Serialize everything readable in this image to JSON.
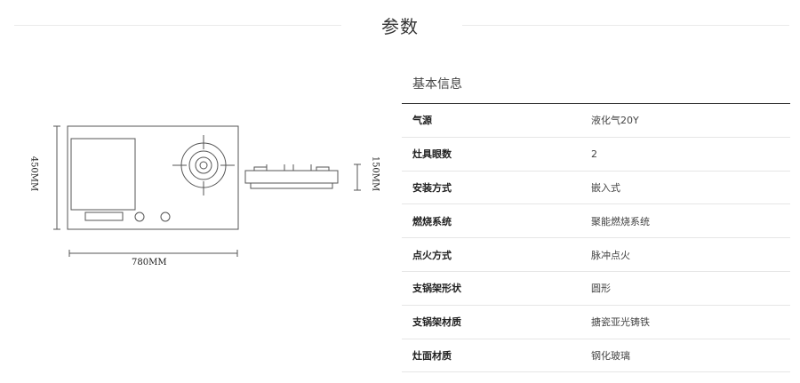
{
  "page": {
    "title": "参数"
  },
  "diagram": {
    "width_label": "780MM",
    "height_label": "450MM",
    "depth_label": "150MM"
  },
  "specs": {
    "section_title": "基本信息",
    "rows": [
      {
        "key": "气源",
        "value": "液化气20Y"
      },
      {
        "key": "灶具眼数",
        "value": "2"
      },
      {
        "key": "安装方式",
        "value": "嵌入式"
      },
      {
        "key": "燃烧系统",
        "value": "聚能燃烧系统"
      },
      {
        "key": "点火方式",
        "value": "脉冲点火"
      },
      {
        "key": "支锅架形状",
        "value": "圆形"
      },
      {
        "key": "支锅架材质",
        "value": "搪瓷亚光铸铁"
      },
      {
        "key": "灶面材质",
        "value": "钢化玻璃"
      }
    ]
  }
}
